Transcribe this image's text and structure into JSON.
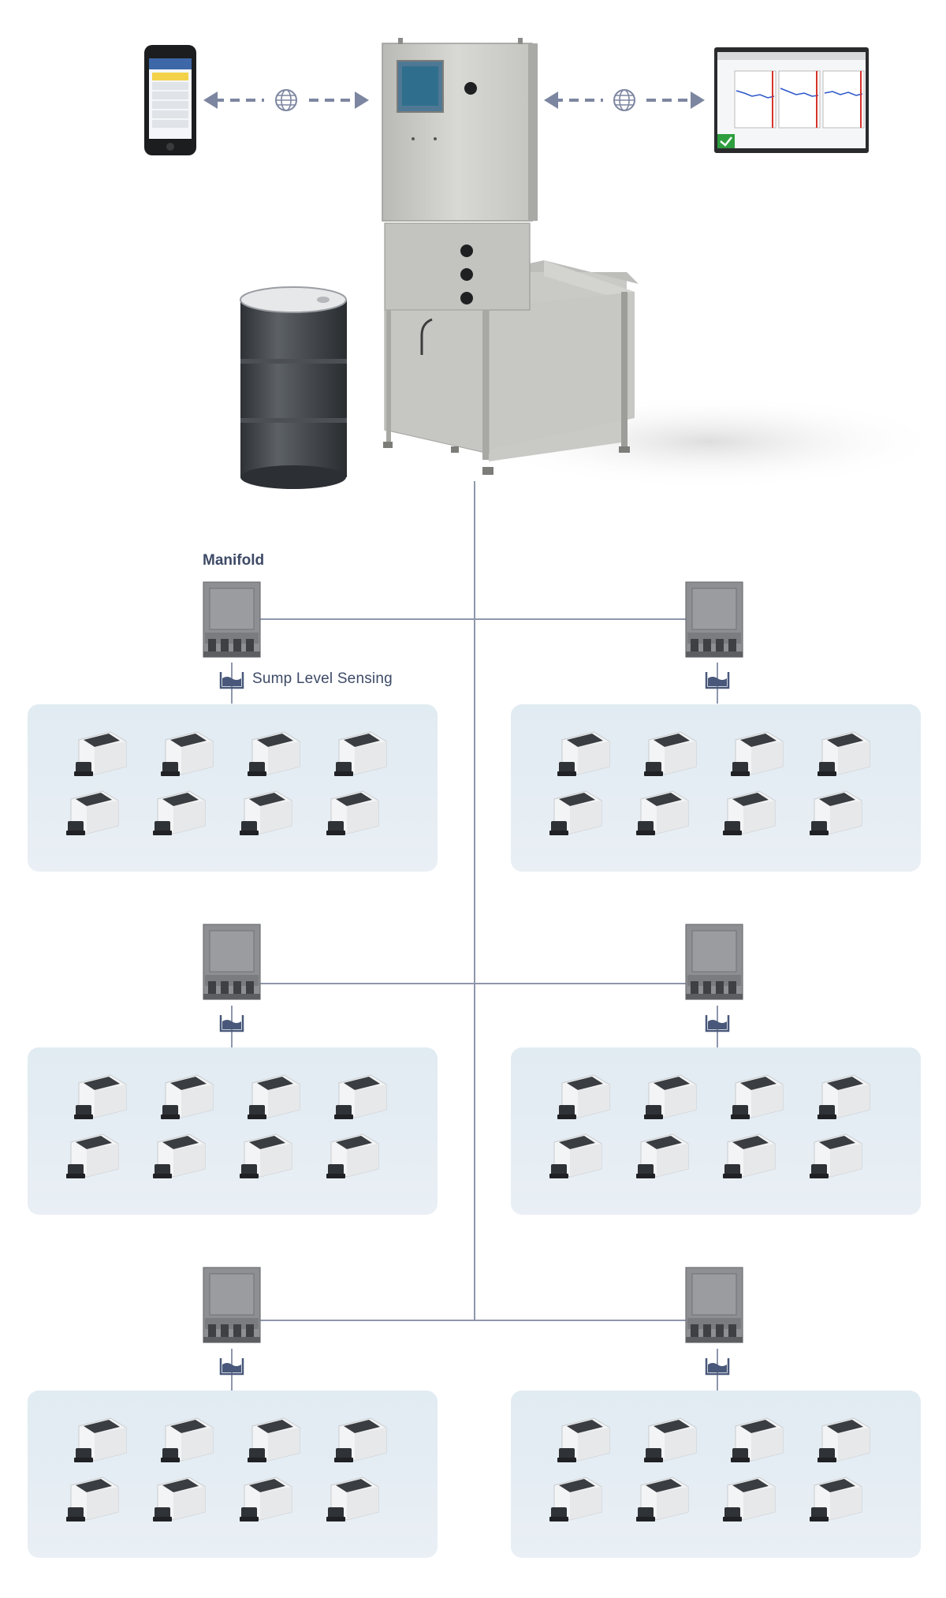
{
  "labels": {
    "manifold": "Manifold",
    "sump_level_sensing": "Sump Level Sensing"
  },
  "icons": {
    "remote_link_left": "globe-icon",
    "remote_link_right": "globe-icon",
    "sump": "sump-level-icon"
  },
  "groups": [
    {
      "name": "group-1",
      "machines": 8
    },
    {
      "name": "group-2",
      "machines": 8
    },
    {
      "name": "group-3",
      "machines": 8
    },
    {
      "name": "group-4",
      "machines": 8
    },
    {
      "name": "group-5",
      "machines": 8
    },
    {
      "name": "group-6",
      "machines": 8
    }
  ],
  "colors": {
    "line": "#8f97ac",
    "panel": "#e3ecf3",
    "accent": "#49587a",
    "arrow": "#7d86a0"
  }
}
